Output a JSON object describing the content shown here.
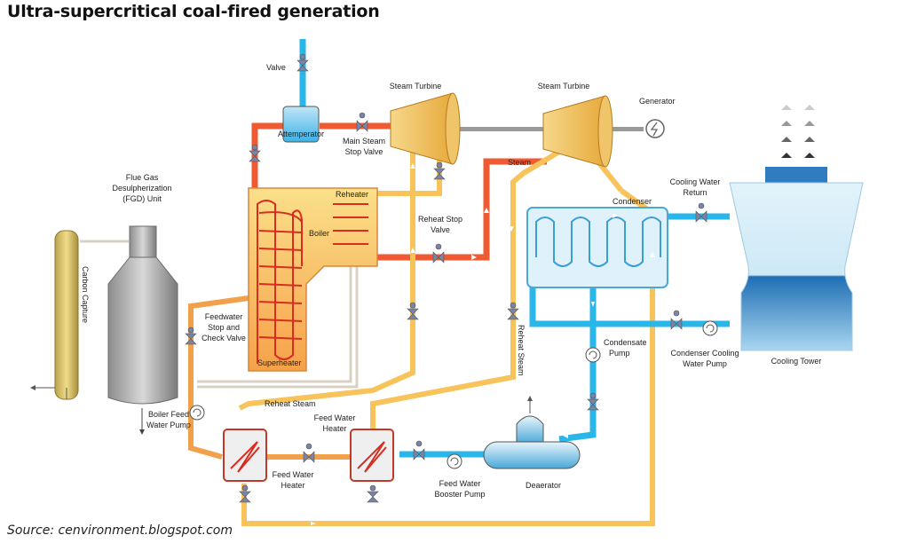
{
  "title": "Ultra-supercritical coal-fired generation",
  "source": "Source: cenvironment.blogspot.com",
  "labels": {
    "valve": "Valve",
    "steam_turbine_1": "Steam Turbine",
    "steam_turbine_2": "Steam Turbine",
    "generator": "Generator",
    "attemperator": "Attemperator",
    "main_steam_stop_valve_1": "Main Steam",
    "main_steam_stop_valve_2": "Stop Valve",
    "steam": "Steam",
    "reheater": "Reheater",
    "boiler": "Boiler",
    "superheater": "Superheater",
    "fgd_1": "Flue Gas",
    "fgd_2": "Desulpherization",
    "fgd_3": "(FGD) Unit",
    "carbon_capture": "Carbon Capture",
    "reheat_stop_valve_1": "Reheat Stop",
    "reheat_stop_valve_2": "Valve",
    "condenser": "Condenser",
    "cooling_water_return_1": "Cooling Water",
    "cooling_water_return_2": "Return",
    "feedwater_stop_1": "Feedwater",
    "feedwater_stop_2": "Stop and",
    "feedwater_stop_3": "Check Valve",
    "reheat_steam_vertical": "Reheat Steam",
    "reheat_steam_horizontal": "Reheat Steam",
    "condensate_pump_1": "Condensate",
    "condensate_pump_2": "Pump",
    "condenser_cooling_pump_1": "Condenser Cooling",
    "condenser_cooling_pump_2": "Water Pump",
    "cooling_tower": "Cooling Tower",
    "boiler_feed_pump_1": "Boiler Feed",
    "boiler_feed_pump_2": "Water Pump",
    "feed_water_heater_top_1": "Feed Water",
    "feed_water_heater_top_2": "Heater",
    "feed_water_heater_bottom_1": "Feed Water",
    "feed_water_heater_bottom_2": "Heater",
    "booster_pump_1": "Feed Water",
    "booster_pump_2": "Booster Pump",
    "deaerator": "Deaerator"
  },
  "colors": {
    "water": "#29b6e8",
    "steam_hot": "#f05a32",
    "steam_reheat": "#f7c35a",
    "feed_orange": "#f2a04a",
    "valve": "#7a84a6"
  }
}
